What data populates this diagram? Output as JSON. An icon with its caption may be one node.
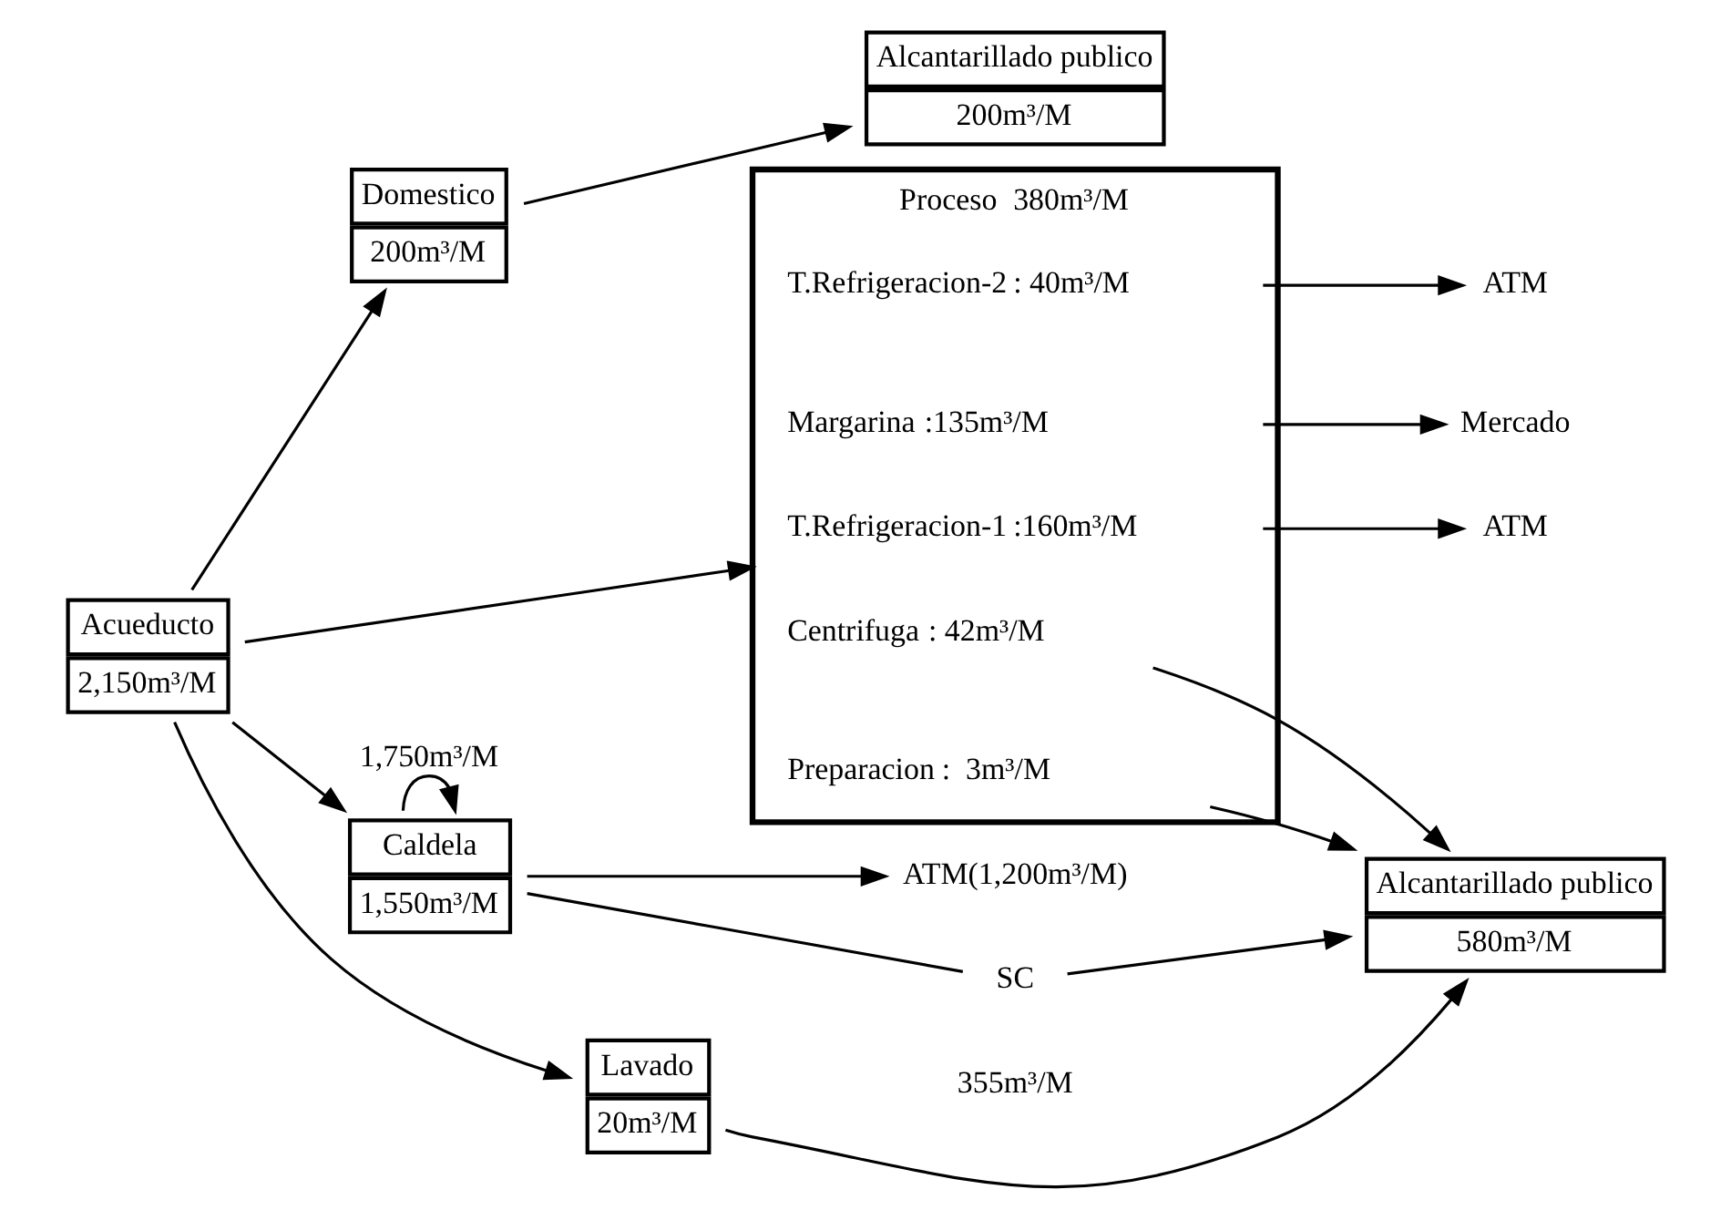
{
  "diagram": {
    "nodes": [
      {
        "text": [
          "Acueducto",
          "2,150m³/M"
        ]
      },
      {
        "text": [
          "Domestico",
          "200m³/M"
        ]
      },
      {
        "text": [
          "Alcantarillado publico",
          "200m³/M"
        ]
      },
      {
        "text": [
          "Proceso",
          "380m³/M"
        ]
      },
      {
        "text": [
          "T.Refrigeracion-1",
          ":160m³/M"
        ],
        "in": 3
      },
      {
        "text": [
          "Preparacion",
          ":  3m³/M"
        ],
        "in": 3
      },
      {
        "text": [
          "Centrifuga",
          ": 42m³/M"
        ],
        "in": 3
      },
      {
        "text": [
          "Margarina",
          ":135m³/M"
        ],
        "in": 3
      },
      {
        "text": [
          "T.Refrigeracion-2",
          ": 40m³/M"
        ],
        "in": 3
      },
      {
        "text": [
          "ATM"
        ]
      },
      {
        "text": [
          "Mercado"
        ]
      },
      {
        "text": [
          "ATM"
        ]
      },
      {
        "text": [
          "Alcantarillado publico",
          "580m³/M"
        ]
      },
      {
        "text": [
          "Caldela",
          "1,550m³/M"
        ]
      },
      {
        "text": [
          "ATM(1,200m³/M)"
        ]
      },
      {
        "text": [
          "SC"
        ],
        "beside": [
          "355m³/M"
        ]
      },
      {
        "text": [
          "Lavado",
          "20m³/M"
        ]
      }
    ],
    "edges": [
      {
        "from": 0,
        "to": 1,
        "arrow": "to"
      },
      {
        "from": 1,
        "to": 2,
        "arrow": "to"
      },
      {
        "from": 0,
        "to": 3,
        "arrow": "to"
      },
      {
        "from": 4,
        "to": 9,
        "arrow": "to"
      },
      {
        "from": 5,
        "to": 12,
        "arrow": "to"
      },
      {
        "from": 6,
        "to": 12,
        "arrow": "to"
      },
      {
        "from": 7,
        "to": 10,
        "arrow": "to"
      },
      {
        "from": 8,
        "to": 11,
        "arrow": "to"
      },
      {
        "from": 0,
        "to": 13,
        "arrow": "to"
      },
      {
        "from": 13,
        "to": 14,
        "arrow": "to"
      },
      {
        "from": 13,
        "to": 15,
        "arrow": "none"
      },
      {
        "from": 15,
        "to": 12,
        "arrow": "to"
      },
      {
        "from": 13,
        "to": 13,
        "arrow": "to",
        "label": "1,750m³/M"
      },
      {
        "from": 0,
        "to": 16,
        "arrow": "to"
      },
      {
        "from": 16,
        "to": 12,
        "arrow": "to"
      }
    ]
  }
}
